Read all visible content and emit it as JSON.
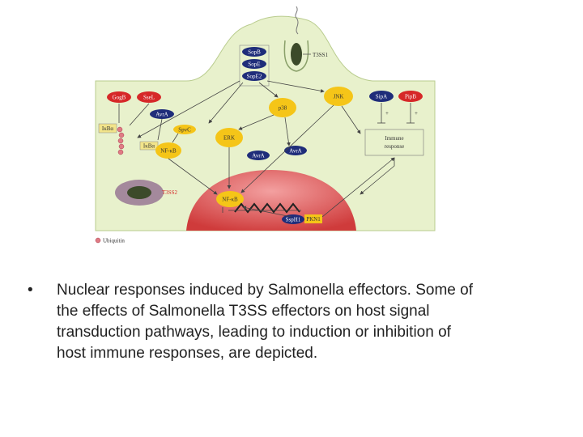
{
  "diagram": {
    "labels": {
      "sspB": "SopB",
      "sopE": "SopE",
      "sopE2": "SopE2",
      "t3ss1": "T3SS1",
      "gogB": "GogB",
      "ssel": "SseL",
      "avrA": "AvrA",
      "sptC": "SpvC",
      "p38": "p38",
      "jnk": "JNK",
      "sipA": "SipA",
      "pipB": "PipB",
      "ikba": "IκBα",
      "ikba2": "IκBα",
      "nfkb": "NF-κB",
      "erk": "ERK",
      "avrA2": "AvrA",
      "avrA3": "AvrA",
      "immune1": "Immune",
      "immune2": "response",
      "t3ss2": "T3SS2",
      "nfkb_nuc": "NF-κB",
      "sspH1": "SspH1",
      "pkn1": "PKN1",
      "ubiquitin": "Ubiquitin",
      "plus1": "+",
      "plus2": "+"
    }
  },
  "text": {
    "bullet": "•",
    "lines": [
      "Nuclear responses induced by Salmonella effectors. Some of",
      "the effects of Salmonella T3SS effectors on host signal",
      "transduction pathways, leading to induction or inhibition of",
      "host immune responses, are depicted."
    ]
  }
}
